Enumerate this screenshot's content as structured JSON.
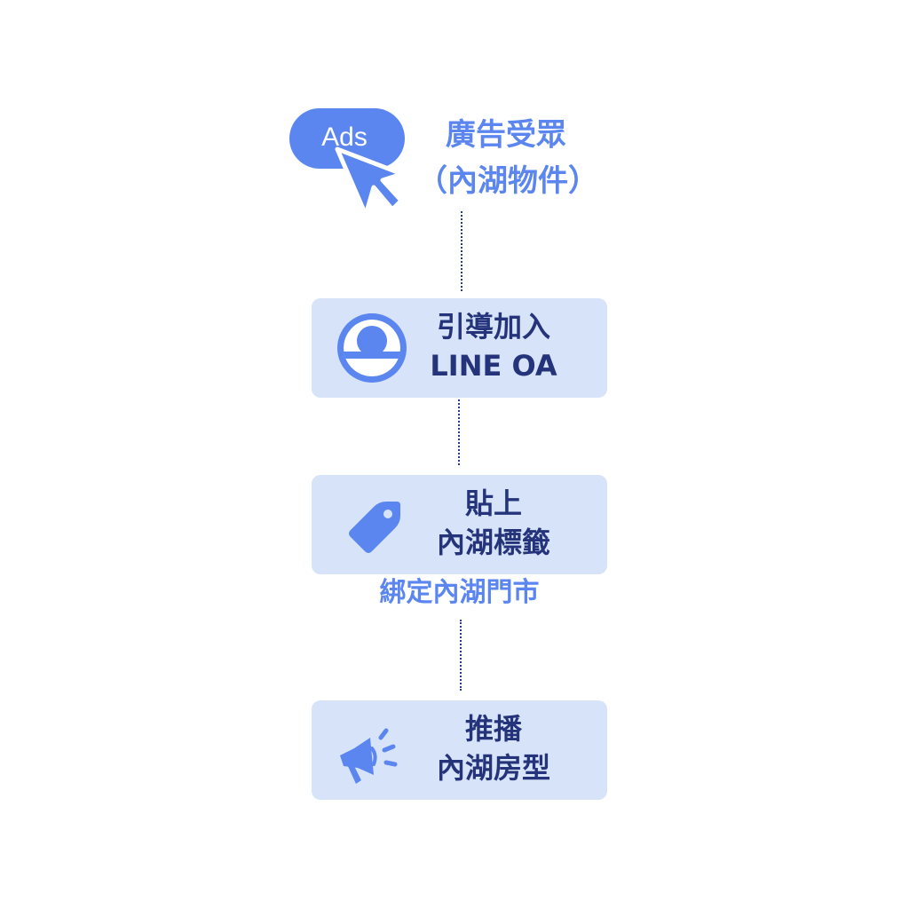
{
  "ads_node": {
    "icon_text": "Ads",
    "title_lines": [
      "廣告受眾",
      "（內湖物件）"
    ]
  },
  "steps": [
    {
      "icon": "user-avatar-icon",
      "lines": [
        "引導加入",
        "LINE OA"
      ]
    },
    {
      "icon": "price-tag-icon",
      "lines": [
        "貼上",
        "內湖標籤"
      ],
      "caption": "綁定內湖門市"
    },
    {
      "icon": "megaphone-icon",
      "lines": [
        "推播",
        "內湖房型"
      ]
    }
  ],
  "colors": {
    "accent": "#5b86f0",
    "box_bg": "#d7e3f8",
    "text_dark": "#25347a",
    "connector": "#2c3e86"
  }
}
